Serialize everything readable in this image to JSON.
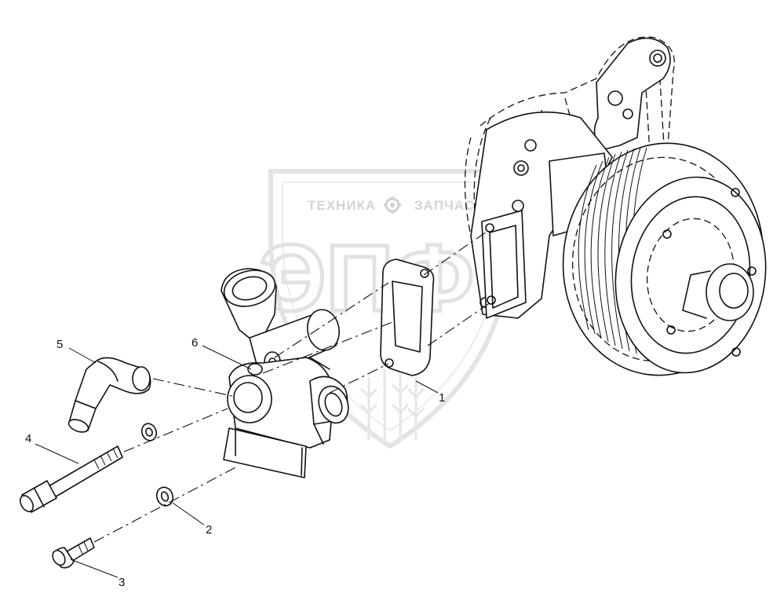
{
  "watermark": {
    "left_word": "ТЕХНИКА",
    "right_word": "ЗАПЧАСТИ",
    "big_letters": "ЭПФ",
    "icon": "gear-icon"
  },
  "callouts": [
    {
      "id": "1",
      "label": "1"
    },
    {
      "id": "2",
      "label": "2"
    },
    {
      "id": "3",
      "label": "3"
    },
    {
      "id": "4",
      "label": "4"
    },
    {
      "id": "5",
      "label": "5"
    },
    {
      "id": "6",
      "label": "6"
    }
  ]
}
